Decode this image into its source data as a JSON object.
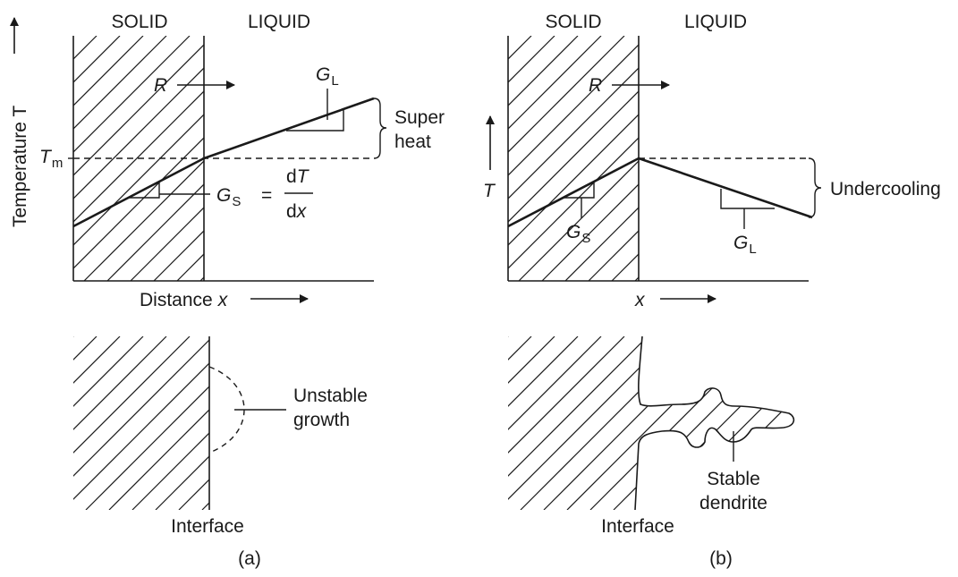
{
  "panel_a": {
    "solid_label": "SOLID",
    "liquid_label": "LIQUID",
    "growth_rate_label": "R",
    "gl_label": "G",
    "gl_sub": "L",
    "superheat_line1": "Super",
    "superheat_line2": "heat",
    "tm_label": "T",
    "tm_sub": "m",
    "ylabel": "Temperature T",
    "gs_label": "G",
    "gs_sub": "S",
    "equals": "=",
    "frac_num_d": "d",
    "frac_num_var": "T",
    "frac_den_d": "d",
    "frac_den_var": "x",
    "xlabel_text": "Distance",
    "xlabel_var": "x",
    "unstable_line1": "Unstable",
    "unstable_line2": "growth",
    "interface_label": "Interface",
    "caption": "(a)"
  },
  "panel_b": {
    "solid_label": "SOLID",
    "liquid_label": "LIQUID",
    "growth_rate_label": "R",
    "ylabel": "T",
    "undercooling_label": "Undercooling",
    "gs_label": "G",
    "gs_sub": "S",
    "gl_label": "G",
    "gl_sub": "L",
    "xlabel_var": "x",
    "stable_line1": "Stable",
    "stable_line2": "dendrite",
    "interface_label": "Interface",
    "caption": "(b)"
  }
}
